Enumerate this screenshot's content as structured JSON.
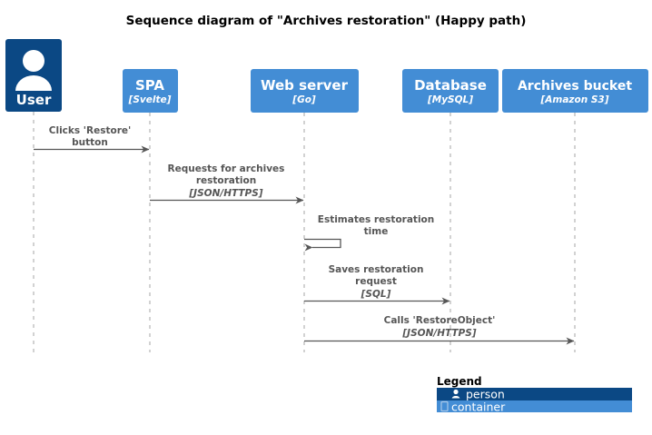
{
  "title": "Sequence diagram of \"Archives restoration\" (Happy path)",
  "colors": {
    "person": "#0b4884",
    "container": "#438dd5",
    "line": "#565656",
    "lifeline": "#bfbfbf",
    "text_light": "#ffffff",
    "text_dark": "#000000"
  },
  "participants": [
    {
      "name": "User",
      "technology": "",
      "type": "person",
      "icon": "person-icon"
    },
    {
      "name": "SPA",
      "technology": "[Svelte]",
      "type": "container",
      "icon": "container-icon"
    },
    {
      "name": "Web server",
      "technology": "[Go]",
      "type": "container",
      "icon": "container-icon"
    },
    {
      "name": "Database",
      "technology": "[MySQL]",
      "type": "container",
      "icon": "container-icon"
    },
    {
      "name": "Archives bucket",
      "technology": "[Amazon S3]",
      "type": "container",
      "icon": "container-icon"
    }
  ],
  "messages": [
    {
      "from": "User",
      "to": "SPA",
      "label_line1": "Clicks 'Restore'",
      "label_line2": "button",
      "technology": "",
      "self": false
    },
    {
      "from": "SPA",
      "to": "Web server",
      "label_line1": "Requests for archives",
      "label_line2": "restoration",
      "technology": "[JSON/HTTPS]",
      "self": false
    },
    {
      "from": "Web server",
      "to": "Web server",
      "label_line1": "Estimates restoration",
      "label_line2": "time",
      "technology": "",
      "self": true
    },
    {
      "from": "Web server",
      "to": "Database",
      "label_line1": "Saves restoration",
      "label_line2": "request",
      "technology": "[SQL]",
      "self": false
    },
    {
      "from": "Web server",
      "to": "Archives bucket",
      "label_line1": "Calls 'RestoreObject'",
      "label_line2": "",
      "technology": "[JSON/HTTPS]",
      "self": false
    }
  ],
  "legend": {
    "title": "Legend",
    "entries": [
      {
        "label": "person",
        "color": "#0b4884",
        "icon": "person-icon"
      },
      {
        "label": "container",
        "color": "#438dd5",
        "icon": "container-icon"
      }
    ]
  }
}
